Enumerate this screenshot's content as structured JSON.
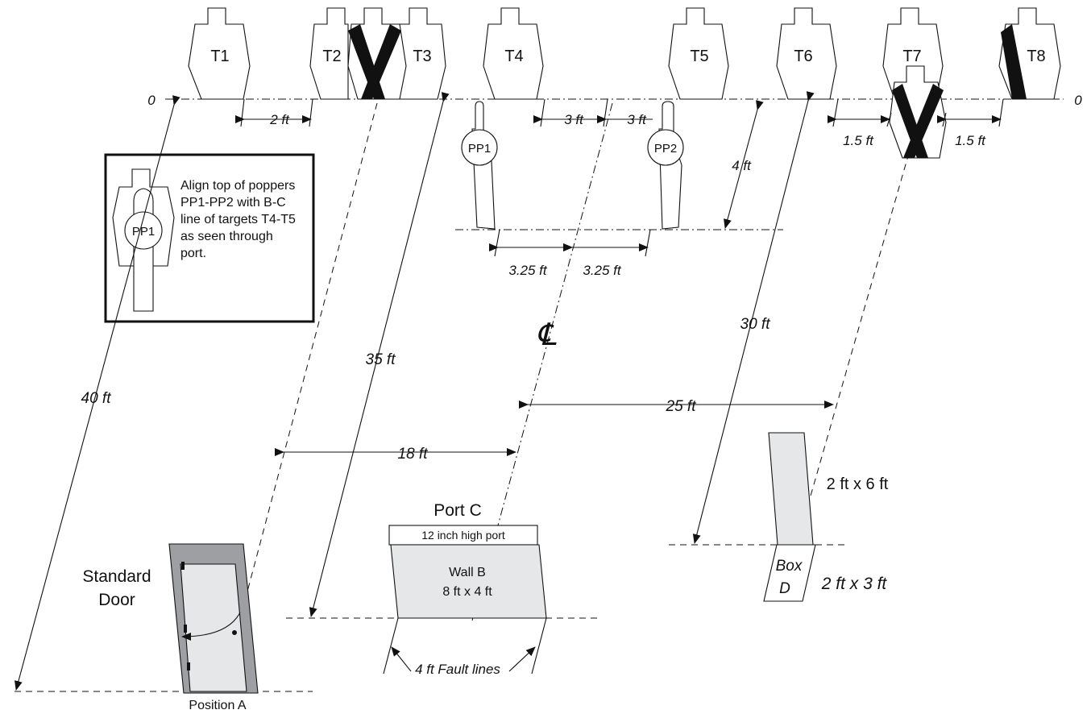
{
  "targets": [
    "T1",
    "T2",
    "T3",
    "T4",
    "T5",
    "T6",
    "T7",
    "T8"
  ],
  "poppers": [
    "PP1",
    "PP2"
  ],
  "zero_label": "0",
  "inset": {
    "popper_label": "PP1",
    "note": "Align top of poppers PP1-PP2 with B-C line of targets T4-T5 as seen through port."
  },
  "dimensions": {
    "d_2ft": "2 ft",
    "d_3ft_left": "3 ft",
    "d_3ft_right": "3 ft",
    "d_4ft": "4 ft",
    "d_1_5ft_left": "1.5 ft",
    "d_1_5ft_right": "1.5 ft",
    "d_3_25ft_left": "3.25 ft",
    "d_3_25ft_right": "3.25 ft",
    "d_30ft": "30 ft",
    "d_35ft": "35 ft",
    "d_40ft": "40 ft",
    "d_25ft": "25 ft",
    "d_18ft": "18 ft",
    "d_fault": "4 ft Fault lines"
  },
  "centerline": "℄",
  "port": {
    "title": "Port C",
    "strip": "12 inch high port",
    "wall_name": "Wall B",
    "wall_size": "8 ft x 4 ft"
  },
  "box": {
    "size_tall": "2 ft x 6 ft",
    "name_line1": "Box",
    "name_line2": "D",
    "size_base": "2 ft x 3 ft"
  },
  "door": {
    "line1": "Standard",
    "line2": "Door",
    "position": "Position A"
  },
  "colors": {
    "ink": "#111111",
    "panel": "#e6e7e8",
    "door_frame": "#9d9fa2",
    "black_hide": "#111111"
  }
}
